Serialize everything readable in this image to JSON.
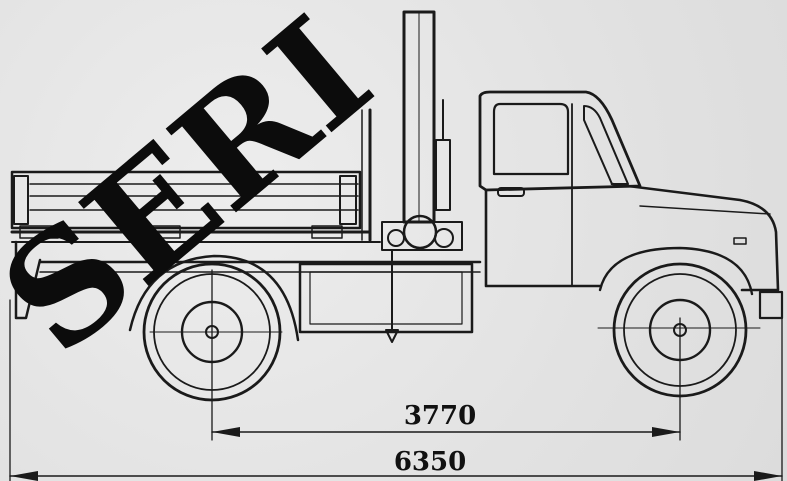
{
  "dimensions": {
    "wheelbase": "3770",
    "overall_length": "6350"
  },
  "watermark": {
    "text": "SERI",
    "color": "#0c0c0c"
  },
  "colors": {
    "ink": "#1a1a1a",
    "paper": "#e6e6e6"
  }
}
